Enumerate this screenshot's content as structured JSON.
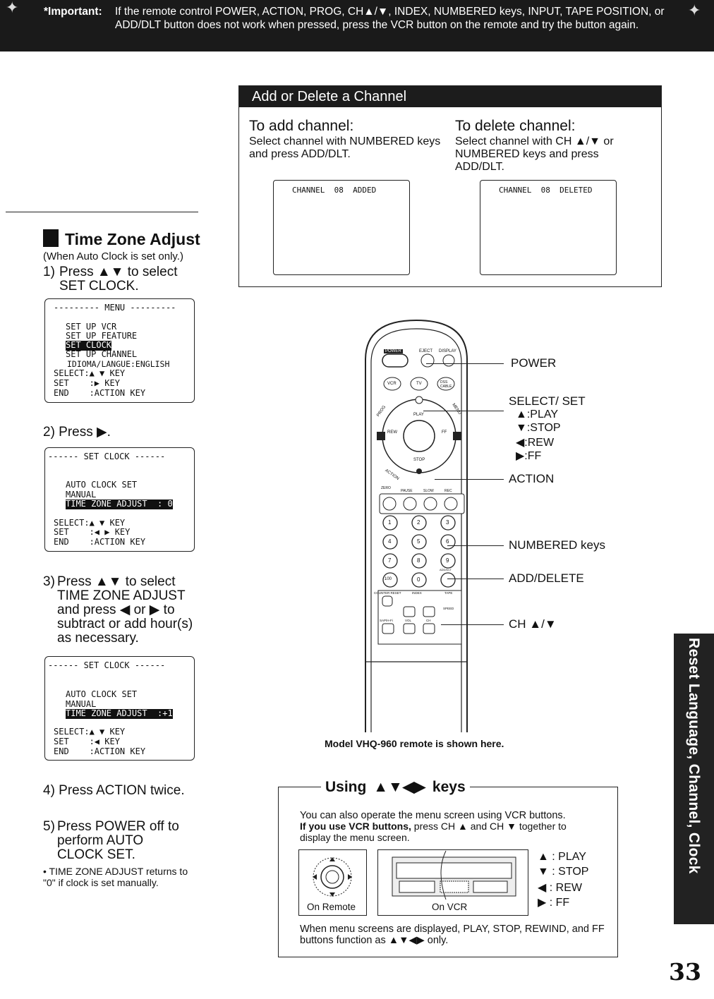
{
  "banner": {
    "label": "*Important:",
    "text": "If the remote control POWER, ACTION, PROG, CH▲/▼, INDEX, NUMBERED keys, INPUT, TAPE POSITION, or ADD/DLT button does not work when pressed, press the VCR button on the remote and try the button again."
  },
  "add_delete": {
    "title": "Add or Delete a Channel",
    "add_head": "To add channel:",
    "add_text": "Select channel with NUMBERED keys and press ADD/DLT.",
    "add_screen": "CHANNEL  08  ADDED",
    "del_head": "To delete channel:",
    "del_text": "Select channel with CH ▲/▼ or NUMBERED keys and press ADD/DLT.",
    "del_screen": "CHANNEL  08  DELETED"
  },
  "tz": {
    "title": "Time Zone Adjust",
    "subtitle": "(When Auto Clock is set only.)",
    "step1_num": "1)",
    "step1": "Press ▲▼ to select SET CLOCK.",
    "step2": "2) Press ▶.",
    "step3_num": "3)",
    "step3": "Press ▲▼ to select TIME ZONE ADJUST and press ◀ or ▶ to subtract or add hour(s) as necessary.",
    "step4": "4) Press ACTION twice.",
    "step5_num": "5)",
    "step5": "Press POWER off to perform AUTO CLOCK SET.",
    "note": "•  TIME ZONE ADJUST returns to \"0\" if clock is set manually."
  },
  "screen1": {
    "title": "--------- MENU ---------",
    "l1": "SET UP VCR",
    "l2": "SET UP FEATURE",
    "l3": "SET CLOCK",
    "l4": "SET UP CHANNEL",
    "l5": "IDIOMA/LANGUE:ENGLISH",
    "l6": "SELECT:▲ ▼ KEY",
    "l7": "SET    :▶ KEY",
    "l8": "END    :ACTION KEY"
  },
  "screen2": {
    "title": "------ SET CLOCK ------",
    "l1": "AUTO CLOCK SET",
    "l2": "MANUAL",
    "l3": "TIME ZONE ADJUST  : 0",
    "l4": "SELECT:▲ ▼ KEY",
    "l5": "SET    :◀ ▶ KEY",
    "l6": "END    :ACTION KEY"
  },
  "screen3": {
    "title": "------ SET CLOCK ------",
    "l1": "AUTO CLOCK SET",
    "l2": "MANUAL",
    "l3": "TIME ZONE ADJUST  :+1",
    "l4": "SELECT:▲ ▼ KEY",
    "l5": "SET    :◀ KEY",
    "l6": "END    :ACTION KEY"
  },
  "remote": {
    "power": "POWER",
    "select_set": "SELECT/ SET",
    "play": "▲:PLAY",
    "stop": "▼:STOP",
    "rew": "◀:REW",
    "ff": "▶:FF",
    "action": "ACTION",
    "numbered": "NUMBERED keys",
    "add_delete": "ADD/DELETE",
    "ch": "CH ▲/▼",
    "caption": "Model VHQ-960 remote is shown here.",
    "btn_power": "POWER",
    "btn_eject": "EJECT",
    "btn_display": "DISPLAY",
    "btn_vcr": "VCR",
    "btn_tv": "TV",
    "btn_dss": "DSS CABLE",
    "btn_prog": "PROG",
    "btn_menu": "MENU",
    "btn_rew": "REW",
    "btn_ff": "FF",
    "btn_play": "PLAY",
    "btn_stop": "STOP",
    "btn_action": "ACTION",
    "btn_zero": "ZERO",
    "btn_pause": "PAUSE",
    "btn_slow": "SLOW",
    "btn_rec": "REC",
    "num1": "1",
    "num2": "2",
    "num3": "3",
    "num4": "4",
    "num5": "5",
    "num6": "6",
    "num7": "7",
    "num8": "8",
    "num9": "9",
    "num100": "100",
    "num0": "0",
    "btn_adddlt": "ADD/DLT",
    "btn_counter": "COUNTER RESET",
    "btn_index": "INDEX",
    "btn_tape": "TAPE",
    "btn_speed": "SPEED",
    "btn_sapmf": "SAP/H-Fi",
    "btn_vol": "VOL",
    "btn_ch": "CH"
  },
  "using": {
    "title_a": "Using",
    "title_keys": "▲▼◀▶",
    "title_b": "keys",
    "line1": "You can also operate the menu screen using VCR buttons.",
    "line2_bold": "If you use VCR buttons,",
    "line2": " press CH ▲ and CH ▼ together to display the menu screen.",
    "on_remote": "On Remote",
    "on_vcr": "On VCR",
    "k1": "▲ : PLAY",
    "k2": "▼ : STOP",
    "k3": "◀ : REW",
    "k4": "▶ : FF",
    "footer": "When menu screens are displayed, PLAY, STOP, REWIND, and FF buttons function as ▲▼◀▶ only."
  },
  "side_tab": "Reset Language, Channel, Clock",
  "page_number": "33"
}
